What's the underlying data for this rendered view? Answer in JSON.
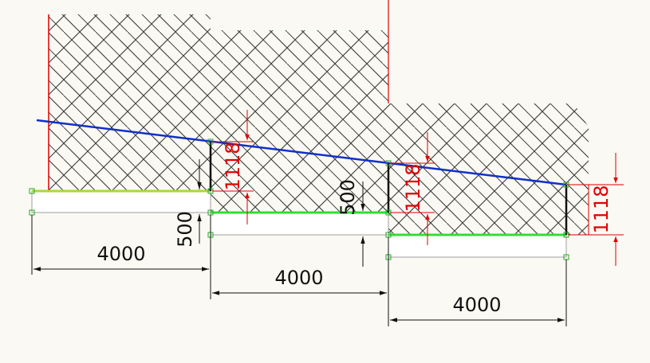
{
  "colors": {
    "background": "#fbf9f3",
    "hatch": "#444444",
    "slope_line": "#1030c8",
    "step_line": "#33dd33",
    "step_line_first": "#a8d83a",
    "red_line": "#e00000",
    "dimension": "#111111",
    "grip": "#22aa22"
  },
  "pattern": "herringbone-brick",
  "steps": [
    {
      "width_label": "4000",
      "rise_label": "500",
      "height_label": "1118"
    },
    {
      "width_label": "4000",
      "rise_label": "500",
      "height_label": "1118"
    },
    {
      "width_label": "4000",
      "height_label": "1118"
    }
  ]
}
